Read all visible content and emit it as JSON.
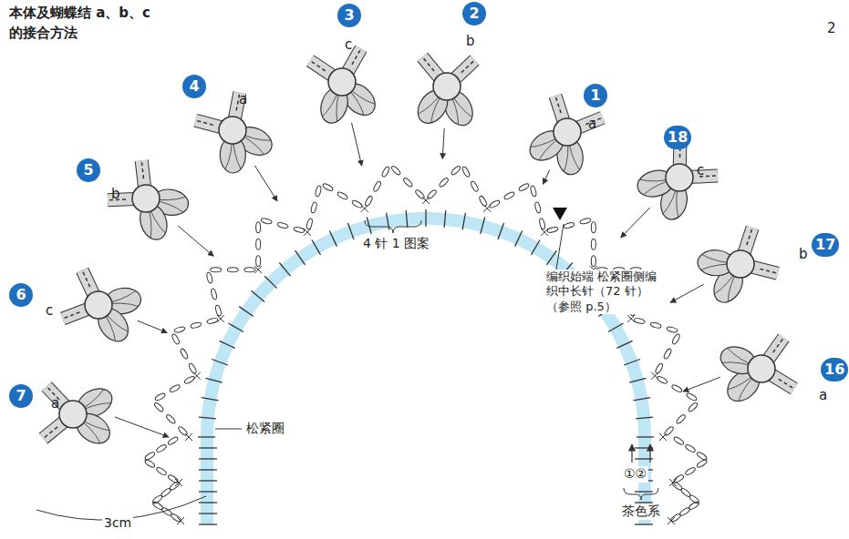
{
  "diagram": {
    "title": "本体及蝴蝶结 a、b、c 的接合方法",
    "nodes": [
      {
        "text": [
          "1"
        ]
      },
      {
        "text": [
          "2"
        ]
      },
      {
        "text": [
          "3"
        ]
      },
      {
        "text": [
          "4"
        ]
      },
      {
        "text": [
          "5"
        ]
      },
      {
        "text": [
          "6"
        ]
      },
      {
        "text": [
          "7"
        ]
      },
      {
        "text": [
          "16"
        ]
      },
      {
        "text": [
          "17"
        ]
      },
      {
        "text": [
          "18"
        ]
      }
    ],
    "labels": [
      "a",
      "b",
      "c",
      "a",
      "b",
      "c",
      "a",
      "c",
      "b",
      "a",
      "4 针 1 图案",
      "编织始端 松紧圈侧编织中长针（72 针）（参照 p.5）",
      "松紧圈",
      "3cm",
      "①②",
      "茶色系",
      "2"
    ]
  }
}
